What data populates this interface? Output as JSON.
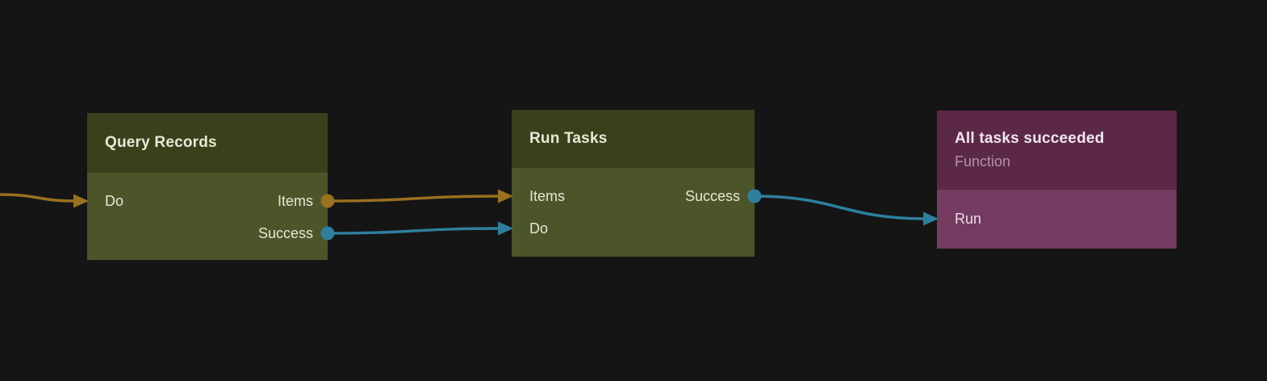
{
  "canvas": {
    "background_color": "#151515"
  },
  "nodes": [
    {
      "id": "query-records",
      "title": "Query Records",
      "inputs": [
        {
          "id": "do",
          "label": "Do"
        }
      ],
      "outputs": [
        {
          "id": "items",
          "label": "Items"
        },
        {
          "id": "success",
          "label": "Success"
        }
      ],
      "colors": {
        "header": "#38411b",
        "body": "#4c552a"
      }
    },
    {
      "id": "run-tasks",
      "title": "Run Tasks",
      "inputs": [
        {
          "id": "items",
          "label": "Items"
        },
        {
          "id": "do",
          "label": "Do"
        }
      ],
      "outputs": [
        {
          "id": "success",
          "label": "Success"
        }
      ],
      "colors": {
        "header": "#38411b",
        "body": "#4c552a"
      }
    },
    {
      "id": "all-tasks-succeeded",
      "title": "All tasks succeeded",
      "subtitle": "Function",
      "inputs": [
        {
          "id": "run",
          "label": "Run"
        }
      ],
      "outputs": [],
      "colors": {
        "header": "#5b2848",
        "body": "#743a5f"
      }
    }
  ],
  "connections": [
    {
      "from": "offscreen-left",
      "to": "query-records.do",
      "color": "#9a711f"
    },
    {
      "from": "query-records.items",
      "to": "run-tasks.items",
      "color": "#9a711f"
    },
    {
      "from": "query-records.success",
      "to": "run-tasks.do",
      "color": "#2e7f9e"
    },
    {
      "from": "run-tasks.success",
      "to": "all-tasks-succeeded.run",
      "color": "#2e7f9e"
    }
  ]
}
